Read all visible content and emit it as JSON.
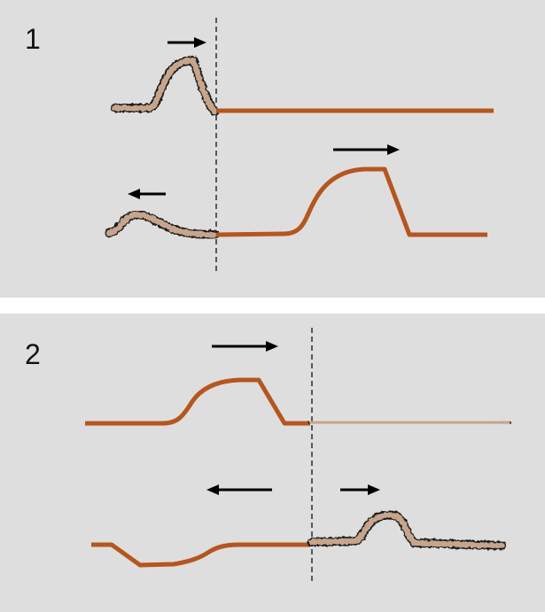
{
  "panels": [
    {
      "label": "1"
    },
    {
      "label": "2"
    }
  ],
  "colors": {
    "light_string": "#b5561f",
    "heavy_string": "#c7a58c",
    "heavy_string_outline": "#1f1f1f",
    "background": "#dedede",
    "separator": "#ffffff"
  },
  "icons": {
    "direction_arrow": "arrow-icon",
    "boundary": "dashed-line"
  }
}
